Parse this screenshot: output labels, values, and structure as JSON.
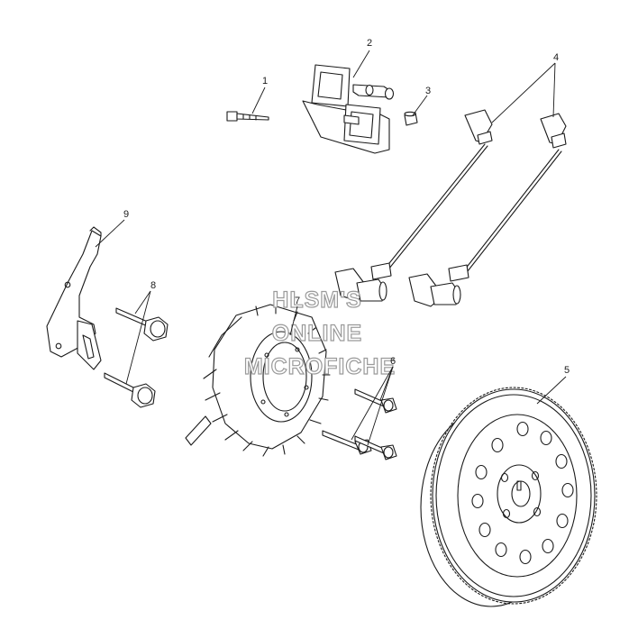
{
  "callouts": {
    "c1": "1",
    "c2": "2",
    "c3": "3",
    "c4": "4",
    "c5": "5",
    "c6": "6",
    "c7": "7",
    "c8": "8",
    "c9": "9"
  },
  "watermark": {
    "line1": "HLSM'S",
    "line2": "ONLINE",
    "line3": "MICROFICHE"
  },
  "colors": {
    "line": "#1a1a1a",
    "watermark_outline": "#9a9a9a",
    "background": "#ffffff"
  }
}
